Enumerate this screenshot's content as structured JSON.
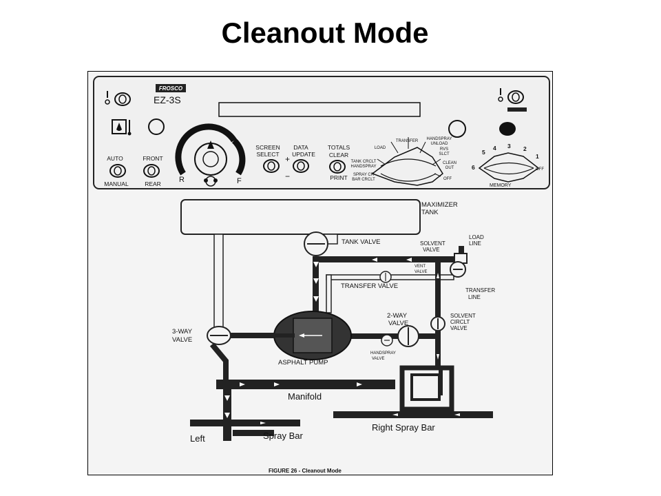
{
  "slide": {
    "title": "Cleanout Mode"
  },
  "panel": {
    "brand": "FROSCO",
    "model": "EZ-3S",
    "auto": "AUTO",
    "manual": "MANUAL",
    "front": "FRONT",
    "rear": "REAR",
    "r": "R",
    "f": "F",
    "screen": "SCREEN",
    "select": "SELECT",
    "data": "DATA",
    "update": "UPDATE",
    "plus": "+",
    "minus": "−",
    "totals": "TOTALS",
    "clear": "CLEAR",
    "print": "PRINT",
    "modes": [
      "TRANSFER",
      "HANDSPRAY",
      "UNLOAD",
      "LOAD",
      "RVS",
      "SLCT",
      "TANK CRCLT",
      "HANDSPRAY",
      "CLEAN",
      "OUT",
      "SPRAY CR",
      "BAR CRCLT",
      "OFF"
    ],
    "memory_label": "MEMORY",
    "memory_numbers": [
      "5",
      "4",
      "3",
      "2",
      "1",
      "6",
      "OFF"
    ]
  },
  "diagram": {
    "maximizer_1": "MAXIMIZER",
    "maximizer_2": "TANK",
    "tank_valve": "TANK VALVE",
    "solvent_valve_1": "SOLVENT",
    "solvent_valve_2": "VALVE",
    "load_line_1": "LOAD",
    "load_line_2": "LINE",
    "vent_valve_1": "VENT",
    "vent_valve_2": "VALVE",
    "transfer_valve": "TRANSFER VALVE",
    "transfer_line_1": "TRANSFER",
    "transfer_line_2": "LINE",
    "two_way_1": "2-WAY",
    "two_way_2": "VALVE",
    "solvent_circlt_1": "SOLVENT",
    "solvent_circlt_2": "CIRCLT",
    "solvent_circlt_3": "VALVE",
    "three_way_1": "3-WAY",
    "three_way_2": "VALVE",
    "asphalt_pump": "ASPHALT PUMP",
    "handspray_valve_1": "HANDSPRAY",
    "handspray_valve_2": "VALVE",
    "manifold": "Manifold",
    "left": "Left",
    "spray_bar": "Spray Bar",
    "right_spray_bar": "Right Spray Bar",
    "caption": "FIGURE 26 - Cleanout Mode"
  }
}
